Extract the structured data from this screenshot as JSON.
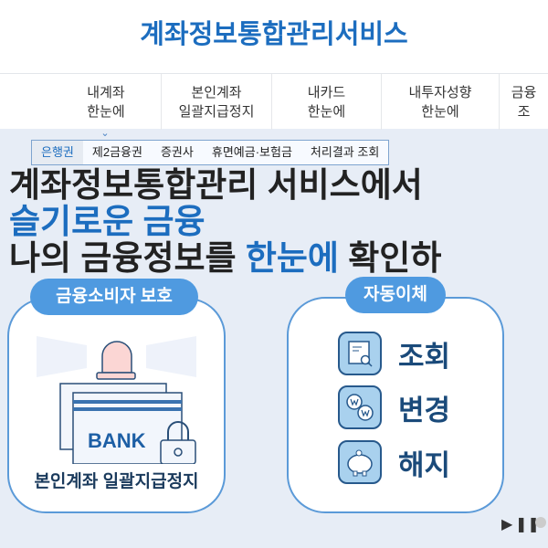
{
  "header": {
    "title": "계좌정보통합관리서비스"
  },
  "nav": {
    "items": [
      {
        "line1": "내계좌",
        "line2": "한눈에"
      },
      {
        "line1": "본인계좌",
        "line2": "일괄지급정지"
      },
      {
        "line1": "내카드",
        "line2": "한눈에"
      },
      {
        "line1": "내투자성향",
        "line2": "한눈에"
      },
      {
        "line1": "금융",
        "line2": "조"
      }
    ]
  },
  "dropdown": {
    "items": [
      "은행권",
      "제2금융권",
      "증권사",
      "휴면예금·보험금",
      "처리결과 조회"
    ]
  },
  "hero": {
    "line1_a": "계좌정보통합관리 서비스에서 ",
    "line1_b": "슬기로운 금융",
    "line2_a": "나의 금융정보를 ",
    "line2_b": "한눈에",
    "line2_c": " 확인하"
  },
  "cards": {
    "consumer": {
      "badge": "금융소비자 보호",
      "bank_text": "BANK",
      "caption": "본인계좌 일괄지급정지"
    },
    "autotransfer": {
      "badge": "자동이체",
      "items": [
        "조회",
        "변경",
        "해지"
      ]
    }
  },
  "colors": {
    "accent": "#1c6dbf",
    "badge": "#4f9ae0",
    "background": "#e7edf6"
  }
}
